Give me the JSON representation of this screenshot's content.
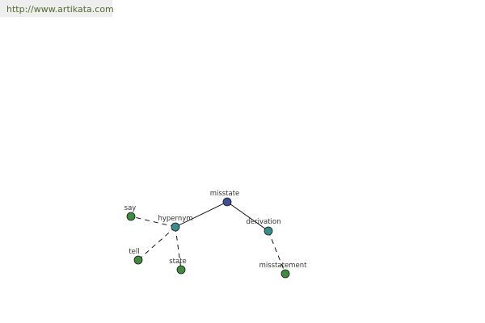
{
  "source": {
    "url": "http://www.artikata.com"
  },
  "colors": {
    "banner_bg": "#eeeeee",
    "link_text": "#556b2f",
    "edge": "#000000",
    "label_text": "#333333",
    "node_root": "#3b4f94",
    "node_relation": "#3b8c8c",
    "node_leaf": "#3f8c3f"
  },
  "graph": {
    "nodes": [
      {
        "id": "misstate",
        "label": "misstate",
        "kind": "root"
      },
      {
        "id": "hypernym",
        "label": "hypernym",
        "kind": "relation"
      },
      {
        "id": "derivation",
        "label": "derivation",
        "kind": "relation"
      },
      {
        "id": "say",
        "label": "say",
        "kind": "leaf"
      },
      {
        "id": "tell",
        "label": "tell",
        "kind": "leaf"
      },
      {
        "id": "state",
        "label": "state",
        "kind": "leaf"
      },
      {
        "id": "misstatement",
        "label": "misstatement",
        "kind": "leaf"
      }
    ],
    "edges": [
      {
        "from": "misstate",
        "to": "hypernym",
        "style": "solid"
      },
      {
        "from": "misstate",
        "to": "derivation",
        "style": "solid"
      },
      {
        "from": "hypernym",
        "to": "say",
        "style": "dashed"
      },
      {
        "from": "hypernym",
        "to": "tell",
        "style": "dashed"
      },
      {
        "from": "hypernym",
        "to": "state",
        "style": "dashed"
      },
      {
        "from": "derivation",
        "to": "misstatement",
        "style": "dashed"
      }
    ]
  }
}
